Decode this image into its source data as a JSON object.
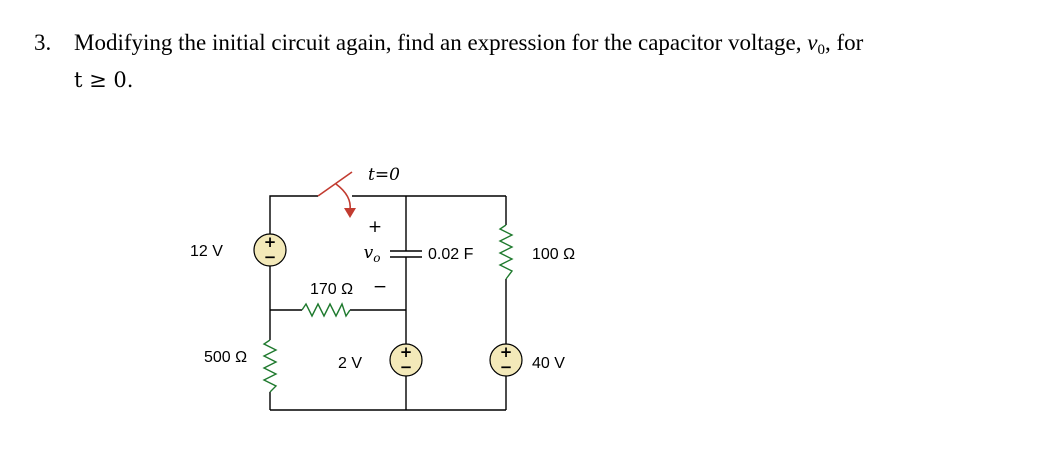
{
  "question": {
    "number": "3.",
    "text_before": "Modifying the initial circuit again, find an expression for the capacitor voltage, ",
    "var_v": "v",
    "var_sub": "0",
    "text_after": ", for",
    "line2": "t ≥ 0."
  },
  "circuit": {
    "switch_label": "t=0",
    "source_left_label": "12 V",
    "resistor_left_label": "500 Ω",
    "capacitor_voltage_plus": "+",
    "capacitor_voltage_var": "v",
    "capacitor_voltage_sub": "o",
    "capacitor_voltage_minus": "−",
    "resistor_middle_label": "170 Ω",
    "source_middle_label": "2 V",
    "capacitor_label": "0.02 F",
    "resistor_right_label": "100 Ω",
    "source_right_label": "40 V",
    "source_plus": "+",
    "source_minus": "−"
  },
  "colors": {
    "source_fill": "#f3e9b9",
    "resistor": "#1f7a2e",
    "switch": "#c23b30"
  }
}
